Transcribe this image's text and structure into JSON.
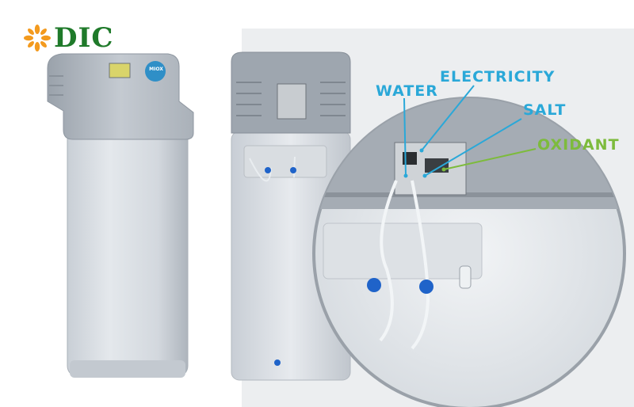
{
  "brand": {
    "logo_text": "DIC",
    "icon": "dic-sunburst-logo-icon"
  },
  "device": {
    "badge_text": "MIOX"
  },
  "callouts": {
    "water": "WATER",
    "electricity": "ELECTRICITY",
    "salt": "SALT",
    "oxidant": "OXIDANT"
  },
  "colors": {
    "callout_blue": "#2aa8d8",
    "callout_green": "#7dbb3c",
    "logo_green": "#1f7a2a",
    "logo_orange": "#f39a1e",
    "valve_blue": "#1f63c9"
  }
}
